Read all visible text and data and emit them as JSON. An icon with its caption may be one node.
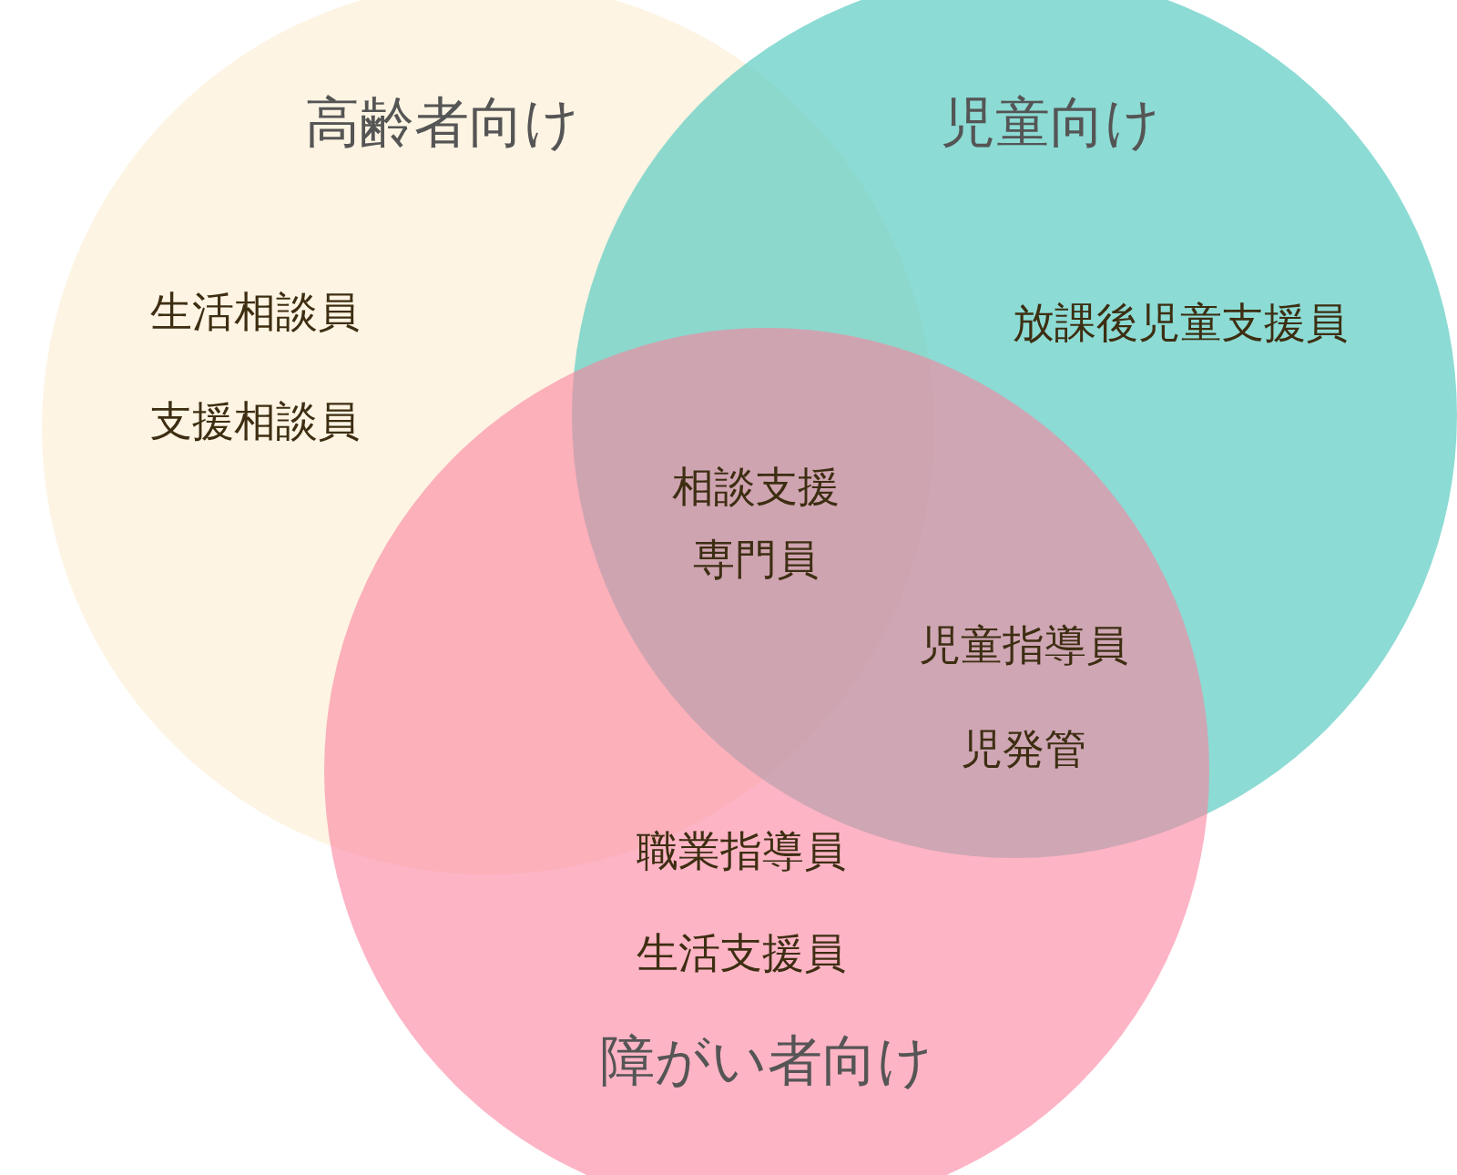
{
  "diagram": {
    "nodes": [
      {
        "text": [
          "高齢者向け"
        ]
      },
      {
        "text": [
          "児童向け"
        ]
      },
      {
        "text": [
          "障がい者向け"
        ]
      }
    ],
    "labels": [
      "生活相談員",
      "放課後児童支援員",
      "支援相談員",
      "相談支援専門員",
      "児童指導員",
      "児発管",
      "職業指導員",
      "生活支援員"
    ]
  }
}
